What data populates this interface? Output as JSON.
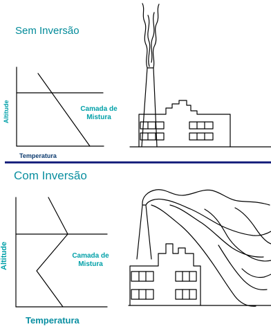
{
  "top_panel": {
    "title": "Sem Inversão",
    "y_axis_label": "Altitude",
    "x_axis_label": "Temperatura",
    "layer_label": [
      "Camada de",
      "Mistura"
    ]
  },
  "bottom_panel": {
    "title": "Com Inversão",
    "y_axis_label": "Altitude",
    "x_axis_label": "Temperatura",
    "layer_label": [
      "Camada de",
      "Mistura"
    ]
  },
  "colors": {
    "title": "#008a99",
    "axis_teal": "#00a0a8",
    "divider": "#1a237e",
    "line": "#000000"
  }
}
